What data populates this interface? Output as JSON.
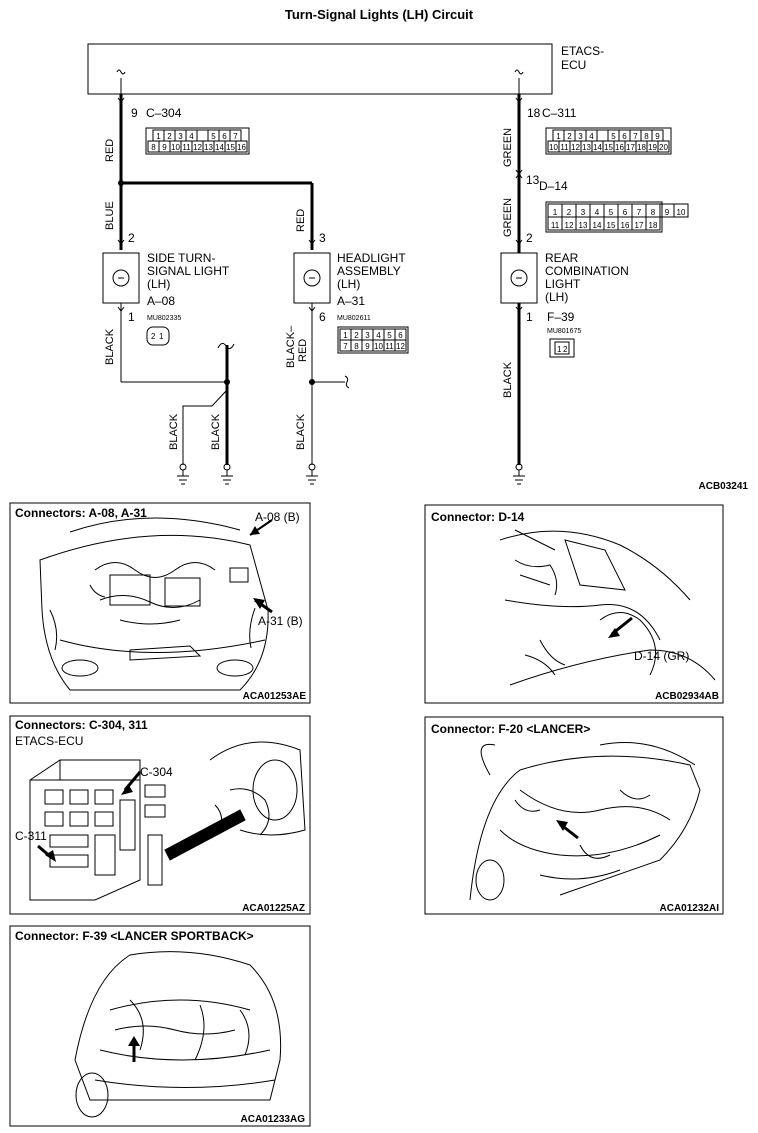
{
  "title": "Turn-Signal Lights (LH) Circuit",
  "ecu": {
    "line1": "ETACS-",
    "line2": "ECU"
  },
  "connectors": {
    "c304": {
      "pin": "9",
      "name": "C–304",
      "top_pins": [
        "1",
        "2",
        "3",
        "4",
        "",
        "5",
        "6",
        "7"
      ],
      "bottom_pins": [
        "8",
        "9",
        "10",
        "11",
        "12",
        "13",
        "14",
        "15",
        "16"
      ]
    },
    "c311": {
      "pin": "18",
      "name": "C–311",
      "top_pins": [
        "1",
        "2",
        "3",
        "4",
        "",
        "5",
        "6",
        "7",
        "8",
        "9"
      ],
      "bottom_pins": [
        "10",
        "11",
        "12",
        "13",
        "14",
        "15",
        "16",
        "17",
        "18",
        "19",
        "20"
      ]
    },
    "d14": {
      "pin": "13",
      "name": "D–14",
      "top_pins": [
        "1",
        "2",
        "3",
        "4",
        "5",
        "6",
        "7",
        "8",
        "9",
        "10"
      ],
      "bottom_pins": [
        "11",
        "12",
        "13",
        "14",
        "15",
        "16",
        "17",
        "18"
      ]
    }
  },
  "wires": {
    "red": "RED",
    "blue": "BLUE",
    "black": "BLACK",
    "green": "GREEN",
    "black_red_1": "BLACK–",
    "black_red_2": "RED"
  },
  "components": {
    "side": {
      "l1": "SIDE TURN-",
      "l2": "SIGNAL LIGHT",
      "l3": "(LH)",
      "conn": "A–08",
      "part": "MU802335",
      "pin_top": "2",
      "pin_bottom": "1",
      "plug_pins": [
        "2",
        "1"
      ]
    },
    "head": {
      "l1": "HEADLIGHT",
      "l2": "ASSEMBLY",
      "l3": "(LH)",
      "conn": "A–31",
      "part": "MU802611",
      "pin_top": "3",
      "pin_bottom": "6",
      "top_pins": [
        "1",
        "2",
        "3",
        "4",
        "5",
        "6"
      ],
      "bottom_pins": [
        "7",
        "8",
        "9",
        "10",
        "11",
        "12"
      ]
    },
    "rear": {
      "l1": "REAR",
      "l2": "COMBINATION",
      "l3": "LIGHT",
      "l4": "(LH)",
      "conn": "F–39",
      "part": "MU801675",
      "pin_top": "2",
      "pin_bottom": "1",
      "plug_pins": [
        "1",
        "2"
      ]
    }
  },
  "diagram_code": "ACB03241",
  "panels": [
    {
      "title": "Connectors: A-08, A-31",
      "callout1": "A-08 (B)",
      "callout2": "A-31 (B)",
      "code": "ACA01253AE"
    },
    {
      "title": "Connector: D-14",
      "callout1": "D-14 (GR)",
      "code": "ACB02934AB"
    },
    {
      "title": "Connectors: C-304, 311",
      "callout0": "ETACS-ECU",
      "callout1": "C-304",
      "callout2": "C-311",
      "code": "ACA01225AZ"
    },
    {
      "title": "Connector: F-20 <LANCER>",
      "code": "ACA01232AI"
    },
    {
      "title": "Connector: F-39 <LANCER SPORTBACK>",
      "code": "ACA01233AG"
    }
  ]
}
